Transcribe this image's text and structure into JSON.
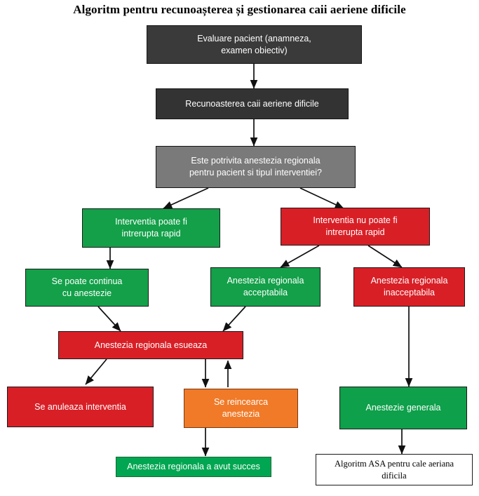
{
  "title": "Algoritm pentru recunoașterea și gestionarea caii aeriene dificile",
  "nodes": {
    "evaluare": "Evaluare pacient (anamneza,\nexamen obiectiv)",
    "recunoastere": "Recunoasterea  caii aeriene dificile",
    "decizie": "Este potrivita  anestezia  regionala\npentru  pacient si tipul  interventiei?",
    "poate_intrerupta": "Interventia  poate fi\nintrerupta  rapid",
    "nu_poate_intrerupta": "Interventia  nu poate fi\nintrerupta  rapid",
    "continua_anestezie": "Se poate  continua\ncu anestezie",
    "regionala_acceptabila": "Anestezia regionala\nacceptabila",
    "regionala_inacceptabila": "Anestezia regionala\ninacceptabila",
    "regionala_esueaza": "Anestezia regionala  esueaza",
    "anuleaza_interventia": "Se anuleaza interventia",
    "reincearca_anestezia": "Se reincearca\nanestezia",
    "anestezie_generala": "Anestezie generala",
    "regionala_succes": "Anestezia regionala  a avut succes",
    "algoritm_asa": "Algoritm  ASA pentru  cale aeriana\ndificila"
  },
  "colors": {
    "dark": "#3a3a3a",
    "gray": "#7a7a7a",
    "green": "#13a049",
    "red": "#d91f26",
    "orange": "#f07a28",
    "white": "#ffffff",
    "edge": "#111111"
  },
  "chart_data": {
    "type": "diagram",
    "title": "Algoritm pentru recunoașterea și gestionarea caii aeriene dificile",
    "edges": [
      {
        "from": "evaluare",
        "to": "recunoastere"
      },
      {
        "from": "recunoastere",
        "to": "decizie"
      },
      {
        "from": "decizie",
        "to": "poate_intrerupta"
      },
      {
        "from": "decizie",
        "to": "nu_poate_intrerupta"
      },
      {
        "from": "poate_intrerupta",
        "to": "continua_anestezie"
      },
      {
        "from": "nu_poate_intrerupta",
        "to": "regionala_acceptabila"
      },
      {
        "from": "nu_poate_intrerupta",
        "to": "regionala_inacceptabila"
      },
      {
        "from": "continua_anestezie",
        "to": "regionala_esueaza"
      },
      {
        "from": "regionala_acceptabila",
        "to": "regionala_esueaza"
      },
      {
        "from": "regionala_esueaza",
        "to": "anuleaza_interventia"
      },
      {
        "from": "regionala_esueaza",
        "to": "reincearca_anestezia"
      },
      {
        "from": "reincearca_anestezia",
        "to": "regionala_esueaza"
      },
      {
        "from": "reincearca_anestezia",
        "to": "regionala_succes"
      },
      {
        "from": "regionala_inacceptabila",
        "to": "anestezie_generala"
      },
      {
        "from": "anestezie_generala",
        "to": "algoritm_asa"
      }
    ]
  }
}
